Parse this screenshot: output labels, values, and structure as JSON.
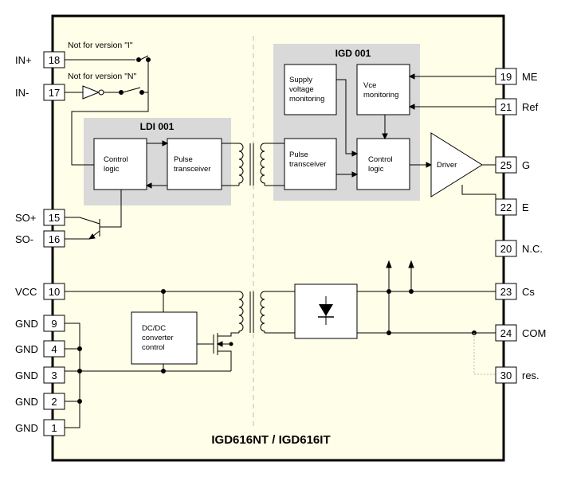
{
  "title": "IGD616NT / IGD616IT",
  "blocks": {
    "ldi": "LDI 001",
    "igd": "IGD 001"
  },
  "notes": {
    "version_i": "Not for version \"I\"",
    "version_n": "Not for version \"N\""
  },
  "left_pins": [
    {
      "label": "IN+",
      "num": "18"
    },
    {
      "label": "IN-",
      "num": "17"
    },
    {
      "label": "SO+",
      "num": "15"
    },
    {
      "label": "SO-",
      "num": "16"
    },
    {
      "label": "VCC",
      "num": "10"
    },
    {
      "label": "GND",
      "num": "9"
    },
    {
      "label": "GND",
      "num": "4"
    },
    {
      "label": "GND",
      "num": "3"
    },
    {
      "label": "GND",
      "num": "2"
    },
    {
      "label": "GND",
      "num": "1"
    }
  ],
  "right_pins": [
    {
      "label": "ME",
      "num": "19"
    },
    {
      "label": "Ref",
      "num": "21"
    },
    {
      "label": "G",
      "num": "25"
    },
    {
      "label": "E",
      "num": "22"
    },
    {
      "label": "N.C.",
      "num": "20"
    },
    {
      "label": "Cs",
      "num": "23"
    },
    {
      "label": "COM",
      "num": "24"
    },
    {
      "label": "res.",
      "num": "30"
    }
  ],
  "boxes": {
    "control_logic_l": [
      "Control",
      "logic"
    ],
    "pulse_tx_l": [
      "Pulse",
      "transceiver"
    ],
    "pulse_tx_r": [
      "Pulse",
      "transceiver"
    ],
    "supply_mon": [
      "Supply",
      "voltage",
      "monitoring"
    ],
    "vce_mon": [
      "Vce",
      "monitoring"
    ],
    "control_logic_r": [
      "Control",
      "logic"
    ],
    "driver": "Driver",
    "dcdc": [
      "DC/DC",
      "converter",
      "control"
    ]
  }
}
